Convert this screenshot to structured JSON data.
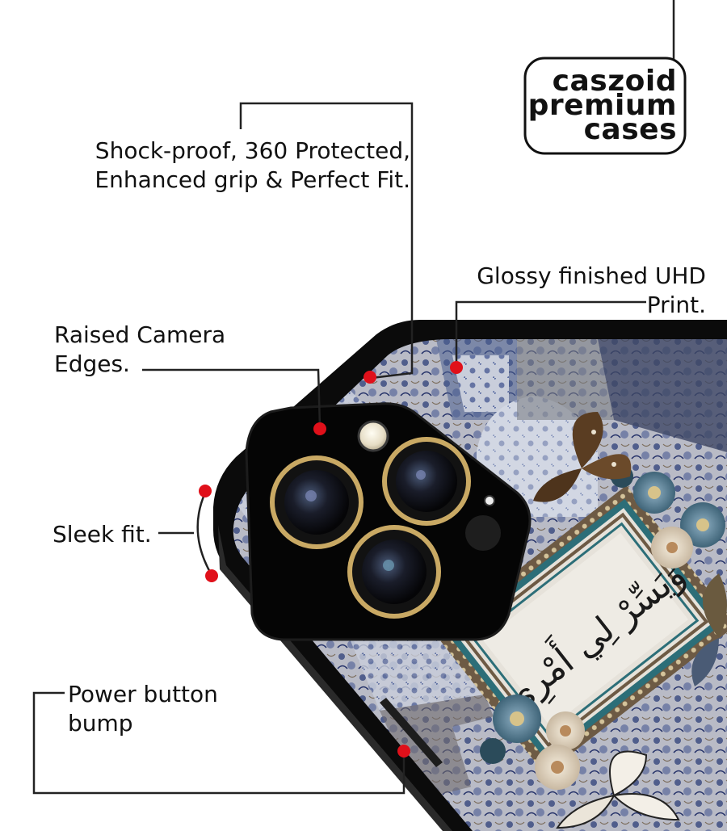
{
  "brand": {
    "line1": "caszoid",
    "line2": "premium",
    "line3": "cases"
  },
  "callouts": {
    "shockproof": {
      "line1": "Shock-proof, 360 Protected,",
      "line2": "Enhanced grip & Perfect Fit."
    },
    "glossy": {
      "line1": "Glossy finished UHD",
      "line2": "Print."
    },
    "camera": {
      "line1": "Raised Camera",
      "line2": "Edges."
    },
    "sleek": {
      "line1": "Sleek fit."
    },
    "power": {
      "line1": "Power button",
      "line2": "bump"
    }
  },
  "case_artwork": {
    "inscription": "وَيَسِّرْ لِي أَمْرِي"
  },
  "colors": {
    "marker_red": "#e0101a",
    "line_dark": "#222222",
    "case_black": "#0b0b0b",
    "lens_gold": "#c9a964"
  }
}
